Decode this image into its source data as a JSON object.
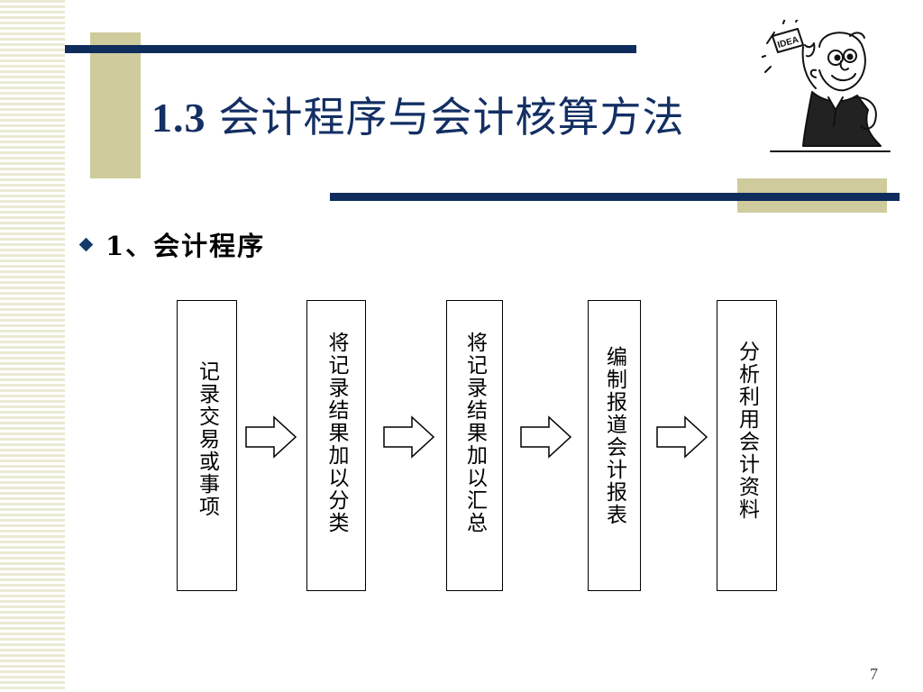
{
  "slide": {
    "title_number": "1.3",
    "title_text": "会计程序与会计核算方法",
    "bullet": "1、会计程序",
    "page_number": "7"
  },
  "diagram": {
    "steps": [
      {
        "label": "记录交易或事项"
      },
      {
        "label": "将记录结果加以分类"
      },
      {
        "label": "将记录结果加以汇总"
      },
      {
        "label": "编制报道会计报表"
      },
      {
        "label": "分析利用会计资料"
      }
    ]
  },
  "decoration": {
    "cartoon_sign": "IDEA"
  },
  "colors": {
    "navy": "#0f2d5c",
    "tan": "#cfcb9c",
    "stripe": "#e9ead2",
    "title": "#132f63"
  }
}
